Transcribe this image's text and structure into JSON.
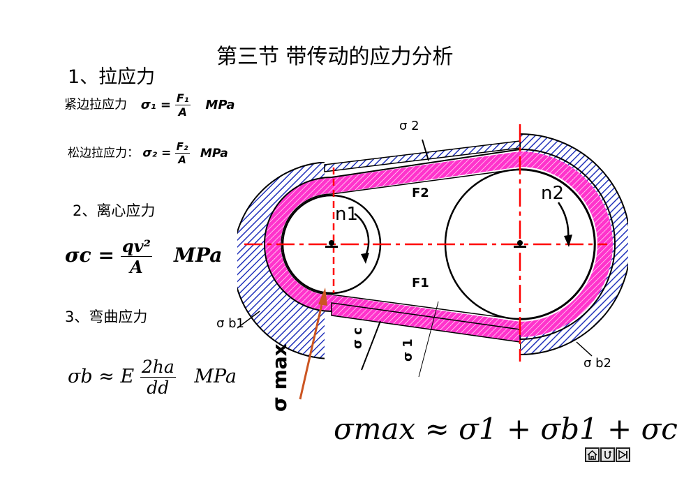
{
  "title": "第三节 带传动的应力分析",
  "sections": {
    "s1": "1、拉应力",
    "s2": "2、离心应力",
    "s3": "3、弯曲应力"
  },
  "formulas": {
    "tight_label": "紧边拉应力",
    "tight_lhs": "σ₁ =",
    "tight_num": "F₁",
    "tight_den": "A",
    "slack_label": "松边拉应力：",
    "slack_lhs": "σ₂ =",
    "slack_num": "F₂",
    "slack_den": "A",
    "centrifugal_lhs": "σc =",
    "centrifugal_num": "qv²",
    "centrifugal_den": "A",
    "bending_lhs": "σb ≈ E",
    "bending_num": "2ha",
    "bending_den": "dd",
    "unit": "MPa",
    "max_formula": "σmax ≈ σ1 + σb1 + σc"
  },
  "diagram": {
    "sigma_2": "σ 2",
    "F2": "F2",
    "F1": "F1",
    "n1": "n1",
    "n2": "n2",
    "sigma_b1": "σ b1",
    "sigma_b2": "σ b2",
    "sigma_c": "σ c",
    "sigma_1": "σ 1",
    "sigma_max": "σ max"
  },
  "colors": {
    "belt_magenta": "#ff33cc",
    "hatch_blue": "#2233bb",
    "centerline_red": "#ff0000",
    "arrow_brown": "#cc5522"
  },
  "nav": [
    "home-icon",
    "return-icon",
    "next-icon"
  ]
}
